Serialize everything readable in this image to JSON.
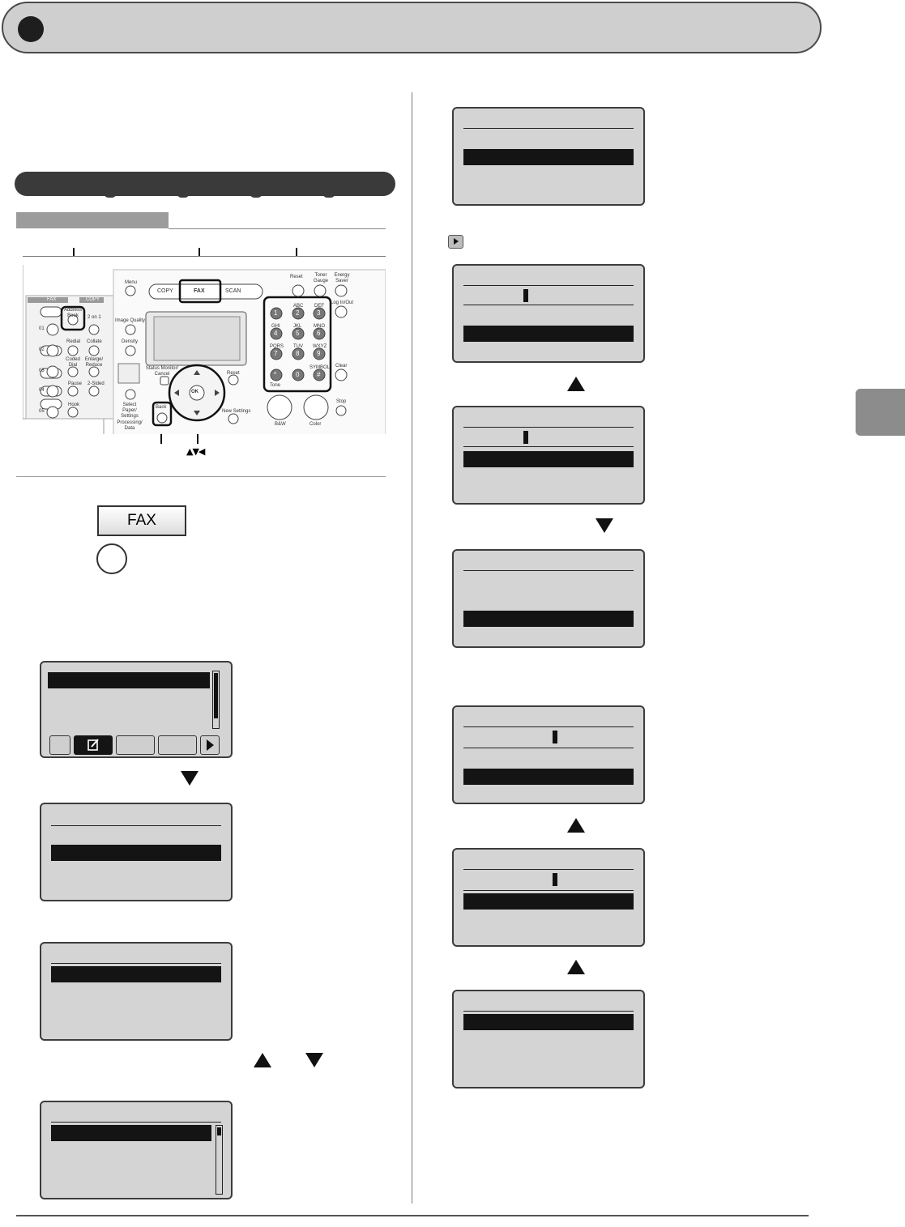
{
  "panel": {
    "mode_buttons": [
      "COPY",
      "FAX",
      "SCAN"
    ],
    "left_labels": [
      "Menu",
      "Image Quality",
      "Density",
      "Status Monitor/ Cancel",
      "Select Paper/ Settings",
      "Processing/ Data",
      "Back"
    ],
    "right_labels": [
      "Reset",
      "Toner Gauge",
      "Energy Saver",
      "Log In/Out",
      "Clear",
      "Stop",
      "New Settings"
    ],
    "keypad_letters": [
      "ABC",
      "DEF",
      "GHI",
      "JKL",
      "MNO",
      "PQRS",
      "TUV",
      "WXYZ",
      "SYMBOL"
    ],
    "keypad_digits": [
      "1",
      "2",
      "3",
      "4",
      "5",
      "6",
      "7",
      "8",
      "9",
      "*",
      "0",
      "#"
    ],
    "tone_label": "Tone",
    "ok_label": "OK",
    "start_labels": [
      "B&W",
      "Color"
    ],
    "tab_labels": [
      "FAX",
      "COPY"
    ],
    "onetouch_labels": [
      "Address Book",
      "2 on 1",
      "Redial",
      "Collate",
      "Coded Dial",
      "Enlarge/ Reduce",
      "Pause",
      "2-Sided",
      "Hook"
    ],
    "onetouch_numbers": [
      "01",
      "02",
      "03",
      "04",
      "05"
    ],
    "callout_arrows": "▲▼◀"
  },
  "fax_key_label": "FAX"
}
